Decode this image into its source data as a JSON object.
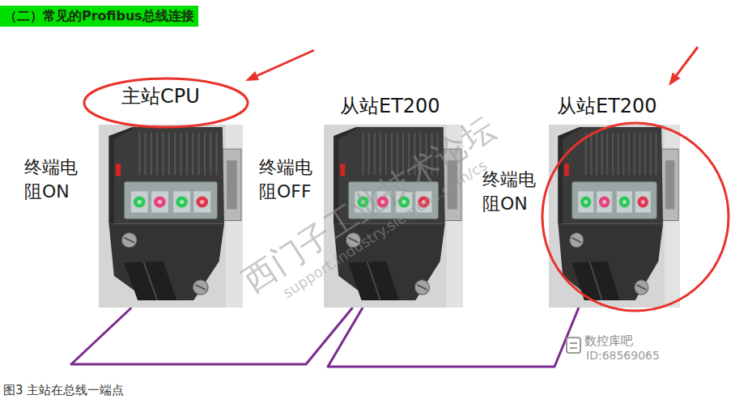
{
  "diagram": {
    "title": "（二）常见的Profibus总线连接",
    "caption": "图3 主站在总线一端点",
    "nodes": [
      {
        "text": [
          "主站CPU"
        ]
      },
      {
        "text": [
          "从站ET200"
        ]
      },
      {
        "text": [
          "从站ET200"
        ]
      }
    ],
    "edges": [
      {
        "from": 0,
        "to": 1,
        "arrow": "none"
      },
      {
        "from": 1,
        "to": 2,
        "arrow": "none"
      }
    ],
    "labels": [
      "终端电 阻ON",
      "终端电 阻OFF",
      "终端电 阻ON",
      "西门子工业技术论坛",
      "support.industry.siemens.com/cs",
      "数控库吧",
      "ID:68569065"
    ]
  }
}
